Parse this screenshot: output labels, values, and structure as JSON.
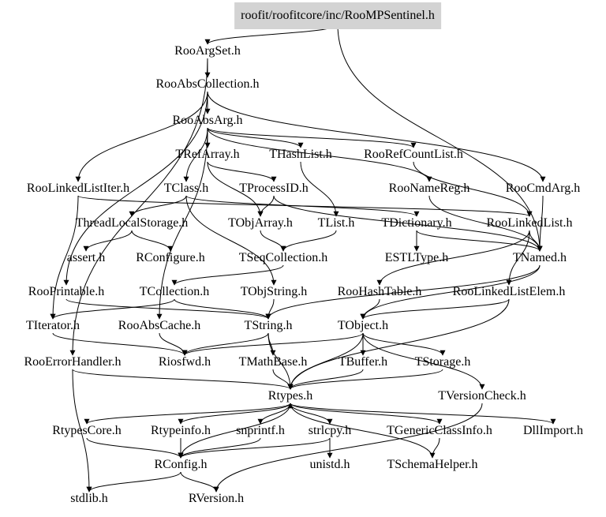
{
  "graph": {
    "root": "roofit/roofitcore/inc/RooMPSentinel.h",
    "nodes": [
      {
        "id": "root",
        "label": "roofit/roofitcore/inc/RooMPSentinel.h"
      },
      {
        "id": "RooArgSet",
        "label": "RooArgSet.h"
      },
      {
        "id": "RooAbsCollection",
        "label": "RooAbsCollection.h"
      },
      {
        "id": "RooAbsArg",
        "label": "RooAbsArg.h"
      },
      {
        "id": "TRefArray",
        "label": "TRefArray.h"
      },
      {
        "id": "THashList",
        "label": "THashList.h"
      },
      {
        "id": "RooRefCountList",
        "label": "RooRefCountList.h"
      },
      {
        "id": "RooLinkedListIter",
        "label": "RooLinkedListIter.h"
      },
      {
        "id": "TClass",
        "label": "TClass.h"
      },
      {
        "id": "TProcessID",
        "label": "TProcessID.h"
      },
      {
        "id": "RooNameReg",
        "label": "RooNameReg.h"
      },
      {
        "id": "RooCmdArg",
        "label": "RooCmdArg.h"
      },
      {
        "id": "ThreadLocalStorage",
        "label": "ThreadLocalStorage.h"
      },
      {
        "id": "TObjArray",
        "label": "TObjArray.h"
      },
      {
        "id": "TList",
        "label": "TList.h"
      },
      {
        "id": "TDictionary",
        "label": "TDictionary.h"
      },
      {
        "id": "RooLinkedList",
        "label": "RooLinkedList.h"
      },
      {
        "id": "assert",
        "label": "assert.h"
      },
      {
        "id": "RConfigure",
        "label": "RConfigure.h"
      },
      {
        "id": "TSeqCollection",
        "label": "TSeqCollection.h"
      },
      {
        "id": "ESTLType",
        "label": "ESTLType.h"
      },
      {
        "id": "TNamed",
        "label": "TNamed.h"
      },
      {
        "id": "RooPrintable",
        "label": "RooPrintable.h"
      },
      {
        "id": "TCollection",
        "label": "TCollection.h"
      },
      {
        "id": "TObjString",
        "label": "TObjString.h"
      },
      {
        "id": "RooHashTable",
        "label": "RooHashTable.h"
      },
      {
        "id": "RooLinkedListElem",
        "label": "RooLinkedListElem.h"
      },
      {
        "id": "TIterator",
        "label": "TIterator.h"
      },
      {
        "id": "RooAbsCache",
        "label": "RooAbsCache.h"
      },
      {
        "id": "TString",
        "label": "TString.h"
      },
      {
        "id": "TObject",
        "label": "TObject.h"
      },
      {
        "id": "RooErrorHandler",
        "label": "RooErrorHandler.h"
      },
      {
        "id": "Riosfwd",
        "label": "Riosfwd.h"
      },
      {
        "id": "TMathBase",
        "label": "TMathBase.h"
      },
      {
        "id": "TBuffer",
        "label": "TBuffer.h"
      },
      {
        "id": "TStorage",
        "label": "TStorage.h"
      },
      {
        "id": "Rtypes",
        "label": "Rtypes.h"
      },
      {
        "id": "TVersionCheck",
        "label": "TVersionCheck.h"
      },
      {
        "id": "RtypesCore",
        "label": "RtypesCore.h"
      },
      {
        "id": "Rtypeinfo",
        "label": "Rtypeinfo.h"
      },
      {
        "id": "snprintf",
        "label": "snprintf.h"
      },
      {
        "id": "strlcpy",
        "label": "strlcpy.h"
      },
      {
        "id": "TGenericClassInfo",
        "label": "TGenericClassInfo.h"
      },
      {
        "id": "DllImport",
        "label": "DllImport.h"
      },
      {
        "id": "RConfig",
        "label": "RConfig.h"
      },
      {
        "id": "unistd",
        "label": "unistd.h"
      },
      {
        "id": "TSchemaHelper",
        "label": "TSchemaHelper.h"
      },
      {
        "id": "stdlib",
        "label": "stdlib.h"
      },
      {
        "id": "RVersion",
        "label": "RVersion.h"
      }
    ],
    "edges": [
      [
        "root",
        "RooArgSet"
      ],
      [
        "root",
        "TNamed"
      ],
      [
        "RooArgSet",
        "RooAbsCollection"
      ],
      [
        "RooArgSet",
        "RooErrorHandler"
      ],
      [
        "RooAbsCollection",
        "RooAbsArg"
      ],
      [
        "RooAbsCollection",
        "RooCmdArg"
      ],
      [
        "RooAbsCollection",
        "RooLinkedListIter"
      ],
      [
        "RooAbsCollection",
        "RooPrintable"
      ],
      [
        "RooAbsArg",
        "TRefArray"
      ],
      [
        "RooAbsArg",
        "THashList"
      ],
      [
        "RooAbsArg",
        "RooRefCountList"
      ],
      [
        "RooAbsArg",
        "RooNameReg"
      ],
      [
        "RooAbsArg",
        "TClass"
      ],
      [
        "RooAbsArg",
        "RooAbsCache"
      ],
      [
        "TRefArray",
        "TProcessID"
      ],
      [
        "TRefArray",
        "TObjArray"
      ],
      [
        "THashList",
        "TList"
      ],
      [
        "RooRefCountList",
        "RooLinkedList"
      ],
      [
        "RooLinkedListIter",
        "TIterator"
      ],
      [
        "RooLinkedListIter",
        "RooLinkedList"
      ],
      [
        "TClass",
        "ThreadLocalStorage"
      ],
      [
        "TClass",
        "TDictionary"
      ],
      [
        "TClass",
        "TObjString"
      ],
      [
        "TProcessID",
        "TObjArray"
      ],
      [
        "TProcessID",
        "TNamed"
      ],
      [
        "RooNameReg",
        "TNamed"
      ],
      [
        "RooCmdArg",
        "TNamed"
      ],
      [
        "ThreadLocalStorage",
        "assert"
      ],
      [
        "ThreadLocalStorage",
        "RConfigure"
      ],
      [
        "TObjArray",
        "TSeqCollection"
      ],
      [
        "TList",
        "TSeqCollection"
      ],
      [
        "TDictionary",
        "ESTLType"
      ],
      [
        "TDictionary",
        "TNamed"
      ],
      [
        "RooLinkedList",
        "TNamed"
      ],
      [
        "RooLinkedList",
        "RooHashTable"
      ],
      [
        "RooLinkedList",
        "RooLinkedListElem"
      ],
      [
        "TSeqCollection",
        "TCollection"
      ],
      [
        "TNamed",
        "TString"
      ],
      [
        "TNamed",
        "TObject"
      ],
      [
        "RooPrintable",
        "TString"
      ],
      [
        "TCollection",
        "TIterator"
      ],
      [
        "TCollection",
        "TString"
      ],
      [
        "TObjString",
        "TString"
      ],
      [
        "RooHashTable",
        "TObject"
      ],
      [
        "RooLinkedListElem",
        "TObject"
      ],
      [
        "RooLinkedListElem",
        "Rtypes"
      ],
      [
        "TIterator",
        "Riosfwd"
      ],
      [
        "RooAbsCache",
        "Riosfwd"
      ],
      [
        "TString",
        "Riosfwd"
      ],
      [
        "TString",
        "TMathBase"
      ],
      [
        "TString",
        "Rtypes"
      ],
      [
        "TObject",
        "Riosfwd"
      ],
      [
        "TObject",
        "TBuffer"
      ],
      [
        "TObject",
        "TStorage"
      ],
      [
        "TObject",
        "TVersionCheck"
      ],
      [
        "TObject",
        "Rtypes"
      ],
      [
        "RooErrorHandler",
        "stdlib"
      ],
      [
        "RooErrorHandler",
        "Rtypes"
      ],
      [
        "TBuffer",
        "Rtypes"
      ],
      [
        "TStorage",
        "Rtypes"
      ],
      [
        "TMathBase",
        "Rtypes"
      ],
      [
        "TVersionCheck",
        "RVersion"
      ],
      [
        "Rtypes",
        "RtypesCore"
      ],
      [
        "Rtypes",
        "Rtypeinfo"
      ],
      [
        "Rtypes",
        "snprintf"
      ],
      [
        "Rtypes",
        "strlcpy"
      ],
      [
        "Rtypes",
        "TGenericClassInfo"
      ],
      [
        "Rtypes",
        "DllImport"
      ],
      [
        "Rtypes",
        "RConfig"
      ],
      [
        "RtypesCore",
        "RConfig"
      ],
      [
        "Rtypeinfo",
        "RConfig"
      ],
      [
        "snprintf",
        "RConfig"
      ],
      [
        "strlcpy",
        "RConfig"
      ],
      [
        "strlcpy",
        "unistd"
      ],
      [
        "TGenericClassInfo",
        "TSchemaHelper"
      ],
      [
        "TSchemaHelper",
        "Rtypes"
      ],
      [
        "RConfig",
        "stdlib"
      ],
      [
        "RConfig",
        "RVersion"
      ]
    ]
  },
  "style": {
    "root_fill": "#d3d3d3",
    "edge_color": "#000000",
    "text_color": "#000000",
    "background": "#ffffff"
  }
}
